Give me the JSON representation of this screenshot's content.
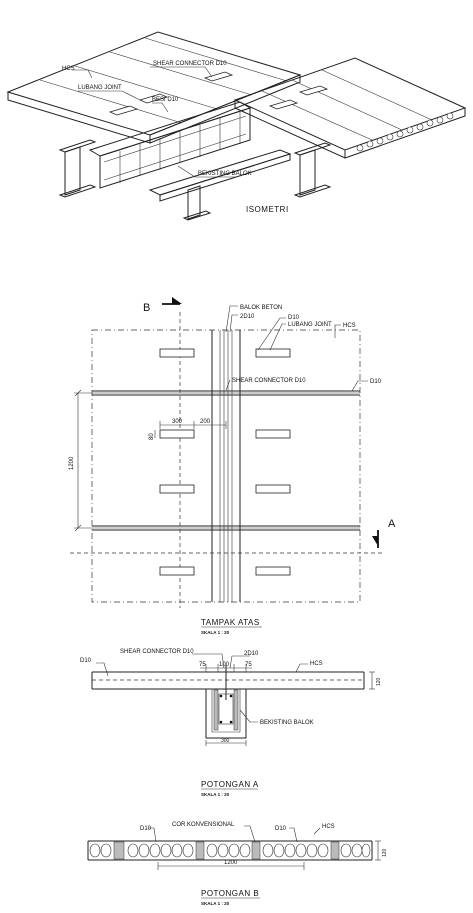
{
  "isometric": {
    "labels": {
      "hcs": "HCS",
      "shear_connector": "SHEAR CONNECTOR D10",
      "lubang_joint": "LUBANG JOINT",
      "besi": "BESI D10",
      "bekisting": "BEKISTING BALOK"
    },
    "title": "ISOMETRI"
  },
  "tampak_atas": {
    "section_marks": {
      "b": "B",
      "a": "A"
    },
    "labels": {
      "balok_beton": "BALOK BETON",
      "rebar_2d10": "2D10",
      "d10_top": "D10",
      "lubang_joint": "LUBANG JOINT",
      "hcs": "HCS",
      "shear_connector": "SHEAR CONNECTOR D10",
      "d10_right": "D10"
    },
    "dimensions": {
      "d300": "300",
      "d200": "200",
      "d80": "80",
      "d1200": "1200"
    },
    "title": "TAMPAK ATAS",
    "scale": "SKALA 1 : 20"
  },
  "potongan_a": {
    "labels": {
      "shear_connector": "SHEAR CONNECTOR D10",
      "rebar_2d10": "2D10",
      "d10": "D10",
      "hcs": "HCS",
      "bekisting": "BEKISTING BALOK"
    },
    "dimensions": {
      "d75_left": "75",
      "d100": "100",
      "d75_right": "75",
      "d300": "300",
      "depth": "120"
    },
    "title": "POTONGAN A",
    "scale": "SKALA 1 : 20"
  },
  "potongan_b": {
    "labels": {
      "d10_left": "D10",
      "cor": "COR KONVENSIONAL",
      "d10_right": "D10",
      "hcs": "HCS"
    },
    "dimensions": {
      "d1200": "1200",
      "depth": "120"
    },
    "title": "POTONGAN B",
    "scale": "SKALA 1 : 20"
  }
}
